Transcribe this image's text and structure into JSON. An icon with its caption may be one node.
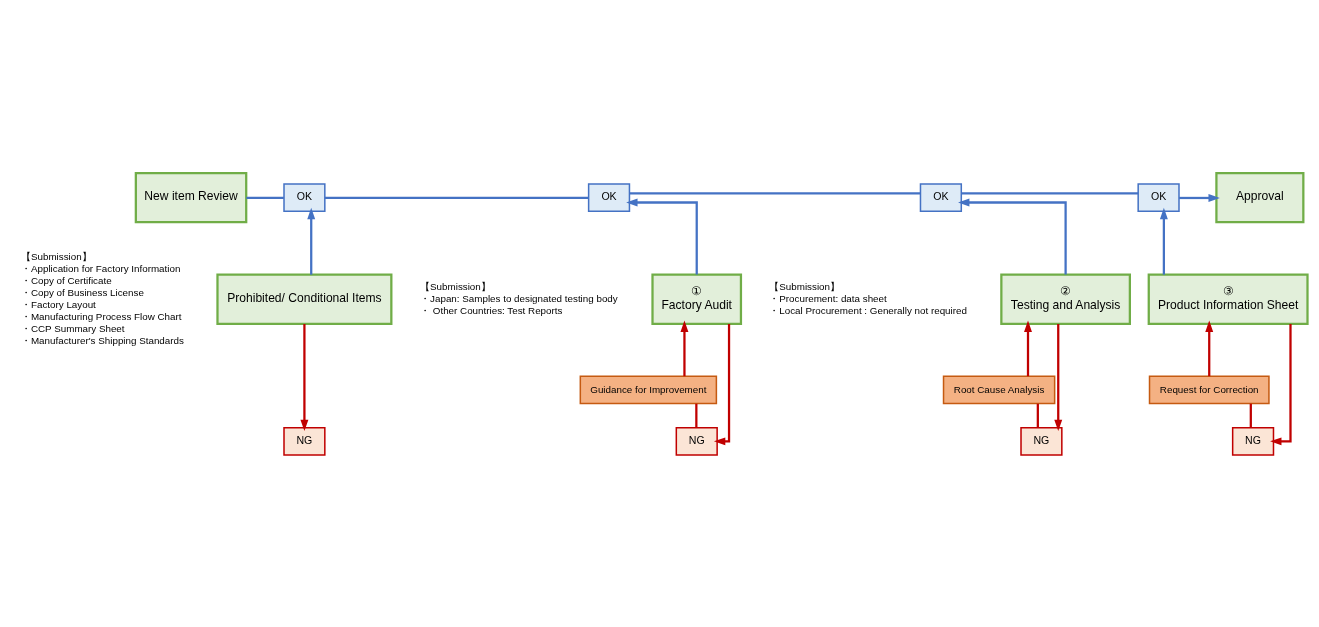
{
  "diagram": {
    "nodes": [
      {
        "text": [
          "New item Review"
        ]
      },
      {
        "text": [
          "OK"
        ],
        "beside": [
          "【Submission】",
          "・Application for Factory Information",
          "・Copy of Certificate",
          "・Copy of Business License",
          "・Factory Layout",
          "・Manufacturing Process Flow Chart",
          "・CCP Summary Sheet",
          "・Manufacturer's Shipping Standards"
        ]
      },
      {
        "text": [
          "OK"
        ],
        "beside": [
          "【Submission】",
          "・Japan: Samples to designated testing body",
          "・ Other Countries: Test Reports"
        ]
      },
      {
        "text": [
          "OK"
        ],
        "beside": [
          "【Submission】",
          "・Procurement: data sheet",
          "・Local Procurement : Generally not required"
        ]
      },
      {
        "text": [
          "OK"
        ]
      },
      {
        "text": [
          "Approval"
        ]
      },
      {
        "text": [
          "Prohibited/ Conditional Items"
        ]
      },
      {
        "text": [
          "①",
          "Factory Audit"
        ]
      },
      {
        "text": [
          "②",
          "Testing and Analysis"
        ]
      },
      {
        "text": [
          "③",
          "Product Information Sheet"
        ]
      },
      {
        "text": [
          "Guidance for Improvement"
        ]
      },
      {
        "text": [
          "Root Cause Analysis"
        ]
      },
      {
        "text": [
          "Request for Correction"
        ]
      },
      {
        "text": [
          "NG"
        ]
      },
      {
        "text": [
          "NG"
        ]
      },
      {
        "text": [
          "NG"
        ]
      },
      {
        "text": [
          "NG"
        ]
      }
    ],
    "edges": [
      {
        "from": 0,
        "to": 1,
        "arrow": "none",
        "color": "#4472c4"
      },
      {
        "from": 1,
        "to": 2,
        "arrow": "none",
        "color": "#4472c4"
      },
      {
        "from": 2,
        "to": 3,
        "arrow": "none",
        "color": "#4472c4"
      },
      {
        "from": 3,
        "to": 4,
        "arrow": "none",
        "color": "#4472c4"
      },
      {
        "from": 4,
        "to": 5,
        "arrow": "to",
        "color": "#4472c4"
      },
      {
        "from": 6,
        "to": 1,
        "arrow": "to",
        "color": "#4472c4"
      },
      {
        "from": 7,
        "to": 2,
        "arrow": "to",
        "color": "#4472c4"
      },
      {
        "from": 8,
        "to": 3,
        "arrow": "to",
        "color": "#4472c4"
      },
      {
        "from": 9,
        "to": 4,
        "arrow": "to",
        "color": "#4472c4"
      },
      {
        "from": 6,
        "to": 13,
        "arrow": "to",
        "color": "#c00000"
      },
      {
        "from": 7,
        "to": 14,
        "arrow": "to",
        "color": "#c00000"
      },
      {
        "from": 14,
        "to": 10,
        "arrow": "none",
        "color": "#c00000"
      },
      {
        "from": 10,
        "to": 7,
        "arrow": "to",
        "color": "#c00000"
      },
      {
        "from": 8,
        "to": 15,
        "arrow": "to",
        "color": "#c00000"
      },
      {
        "from": 15,
        "to": 11,
        "arrow": "none",
        "color": "#c00000"
      },
      {
        "from": 11,
        "to": 8,
        "arrow": "to",
        "color": "#c00000"
      },
      {
        "from": 9,
        "to": 16,
        "arrow": "to",
        "color": "#c00000"
      },
      {
        "from": 16,
        "to": 12,
        "arrow": "none",
        "color": "#c00000"
      },
      {
        "from": 12,
        "to": 9,
        "arrow": "to",
        "color": "#c00000"
      }
    ]
  }
}
